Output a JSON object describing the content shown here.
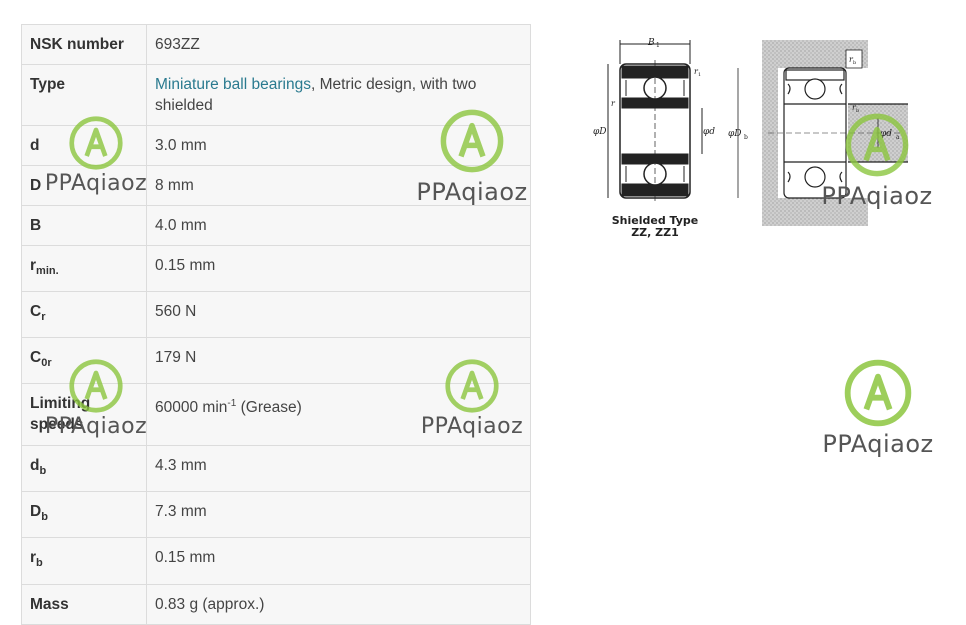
{
  "table": {
    "nsk_number": {
      "label": "NSK number",
      "value": "693ZZ"
    },
    "type": {
      "label": "Type",
      "link": "Miniature ball bearings",
      "rest": ", Metric design, with two shielded"
    },
    "d": {
      "label": "d",
      "value": "3.0 mm"
    },
    "D": {
      "label": "D",
      "value": "8 mm"
    },
    "B": {
      "label": "B",
      "value": "4.0 mm"
    },
    "r_min": {
      "label_main": "r",
      "label_sub": "min.",
      "value": "0.15 mm"
    },
    "Cr": {
      "label_main": "C",
      "label_sub": "r",
      "value": "560 N"
    },
    "C0r": {
      "label_main": "C",
      "label_sub": "0r",
      "value": "179 N"
    },
    "limiting": {
      "label": "Limiting speeds",
      "value_main": "60000 min",
      "value_sup": "-1",
      "value_rest": " (Grease)"
    },
    "db": {
      "label_main": "d",
      "label_sub": "b",
      "value": "4.3 mm"
    },
    "Db": {
      "label_main": "D",
      "label_sub": "b",
      "value": "7.3 mm"
    },
    "rb": {
      "label_main": "r",
      "label_sub": "b",
      "value": "0.15 mm"
    },
    "mass": {
      "label": "Mass",
      "value": "0.83 g (approx.)"
    }
  },
  "diagram": {
    "caption_line1": "Shielded Type",
    "caption_line2": "ZZ, ZZ1",
    "labels": {
      "B1": "B",
      "B1_sub": "1",
      "r1": "r",
      "r1_sub": "1",
      "phiD": "φD",
      "phid": "φd",
      "rb": "r",
      "rb_sub": "b",
      "phiDb": "φD",
      "phiDb_sub": "b",
      "phida": "φd",
      "phida_sub": "a"
    }
  },
  "watermark": {
    "text": "PPAqiaoz"
  },
  "colors": {
    "logo_green": "#8cc63f",
    "link": "#2a7a8f",
    "cell_bg": "#f7f7f7",
    "border": "#dcdcdc"
  }
}
